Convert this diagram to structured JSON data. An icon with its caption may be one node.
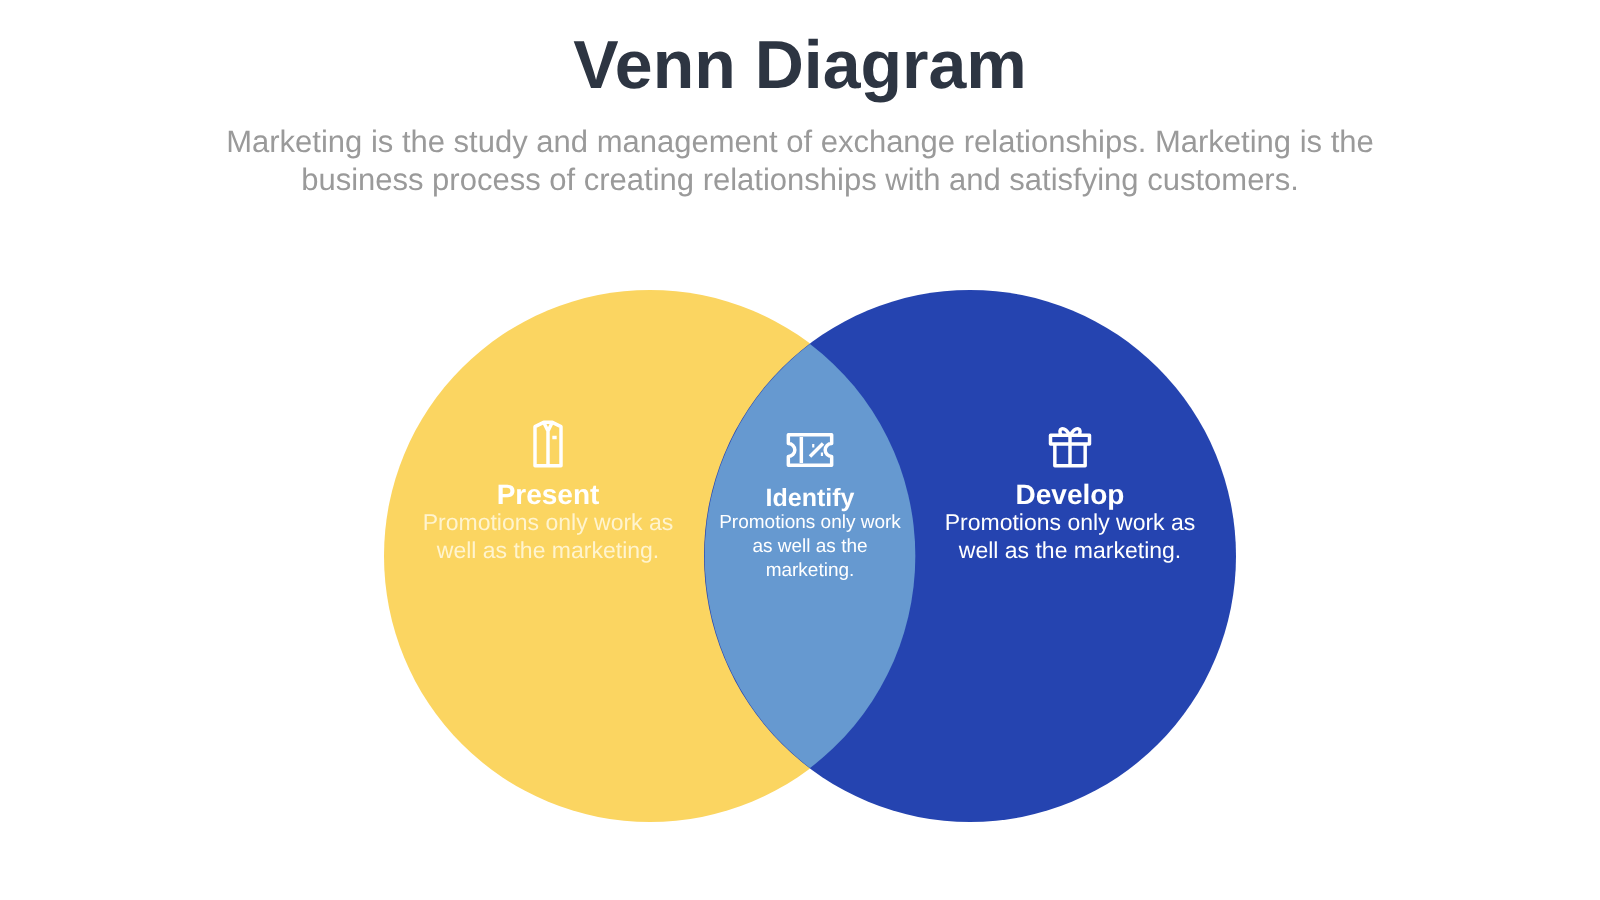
{
  "diagram": {
    "title": "Venn Diagram",
    "nodes": [
      {
        "text": [
          "Present",
          "Promotions only work as well as the marketing."
        ]
      },
      {
        "text": [
          "Develop",
          "Promotions only work as well as the marketing."
        ]
      },
      {
        "text": [
          "Identify",
          "Promotions only work as well as the marketing."
        ]
      }
    ],
    "edges": [],
    "labels": [
      "Marketing is the study and management of exchange relationships. Marketing is the business process of creating relationships with and satisfying customers."
    ]
  }
}
